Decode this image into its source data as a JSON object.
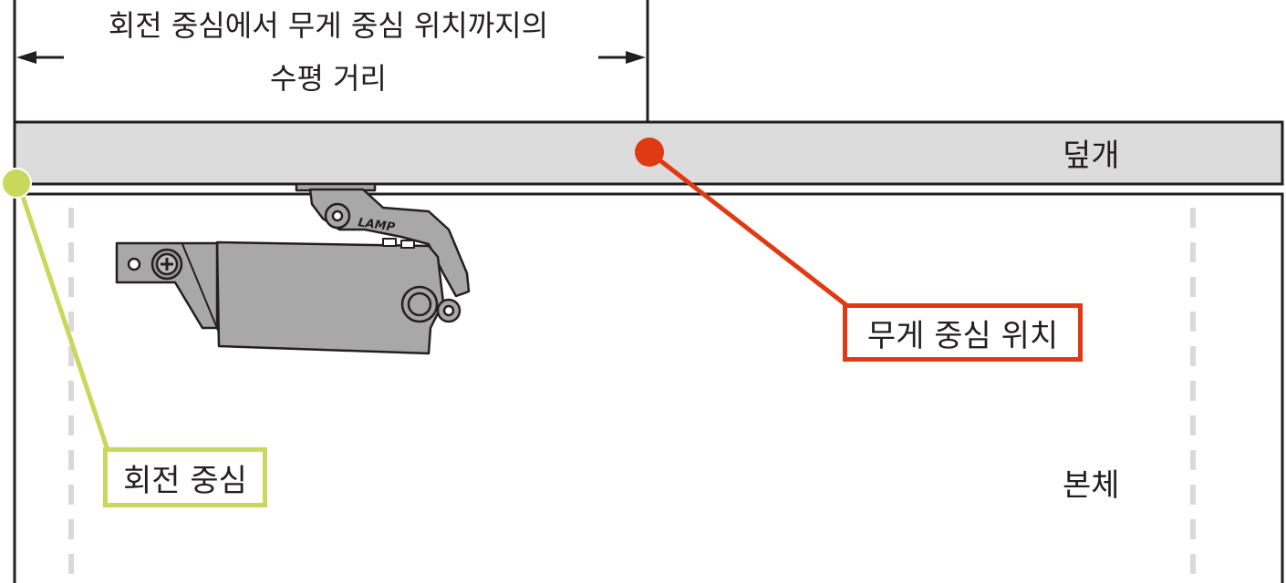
{
  "dimension": {
    "line1": "회전 중심에서 무게 중심 위치까지의",
    "line2": "수평 거리"
  },
  "labels": {
    "lid": "덮개",
    "body": "본체",
    "center_of_gravity": "무게 중심 위치",
    "center_of_rotation": "회전 중심",
    "brand": "LAMP"
  },
  "colors": {
    "outline": "#231f20",
    "lid_fill": "#dcdcdc",
    "dashed": "#d9d9d9",
    "gravity_accent": "#e03a12",
    "rotation_accent": "#c8d85a",
    "stay_fill": "#a8a8a8",
    "stay_dark": "#9a9a9a"
  }
}
